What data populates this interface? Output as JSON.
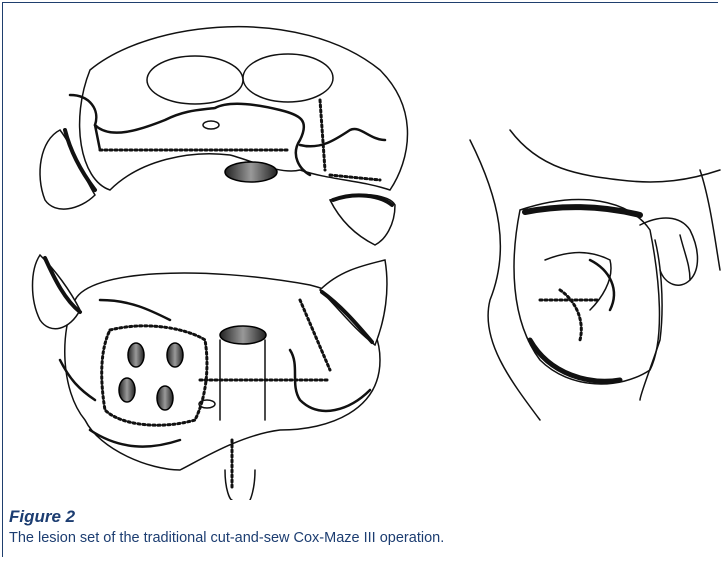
{
  "figure": {
    "label": "Figure 2",
    "caption": "The lesion set of the traditional cut-and-sew Cox-Maze III operation."
  },
  "colors": {
    "frame": "#1f3f6e",
    "caption_text": "#1c3d71",
    "ink": "#111111"
  },
  "illustration": {
    "panels": [
      "upper-atrial-view",
      "lower-atrial-view",
      "right-side-view"
    ]
  }
}
